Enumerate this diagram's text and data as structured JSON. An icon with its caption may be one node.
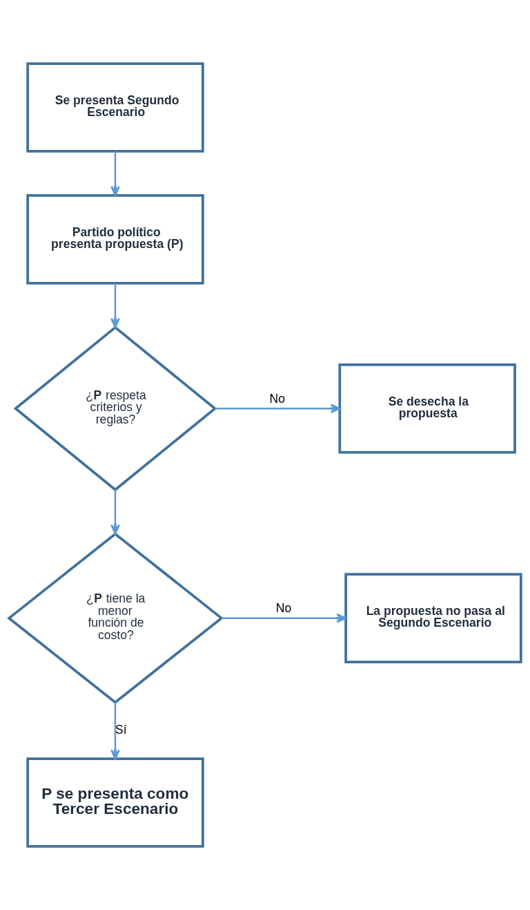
{
  "diagram": {
    "nodes": [
      {
        "text": [
          "Se presenta Segundo Escenario"
        ]
      },
      {
        "text": [
          "Partido político presenta propuesta (P)"
        ]
      },
      {
        "text": [
          "¿**P** respeta criterios y reglas?"
        ]
      },
      {
        "text": [
          "Se desecha la propuesta"
        ]
      },
      {
        "text": [
          "¿**P** tiene la menor función de costo?"
        ]
      },
      {
        "text": [
          "La propuesta no pasa al Segundo Escenario"
        ]
      },
      {
        "text": [
          "P se presenta como Tercer Escenario"
        ]
      }
    ],
    "edges": [
      {
        "from": 0,
        "to": 1,
        "arrow": "to"
      },
      {
        "from": 1,
        "to": 2,
        "arrow": "to"
      },
      {
        "from": 2,
        "to": 3,
        "arrow": "to",
        "label": "No"
      },
      {
        "from": 2,
        "to": 4,
        "arrow": "to"
      },
      {
        "from": 4,
        "to": 5,
        "arrow": "to",
        "label": "No"
      },
      {
        "from": 4,
        "to": 6,
        "arrow": "to",
        "label": "Sí"
      }
    ]
  }
}
